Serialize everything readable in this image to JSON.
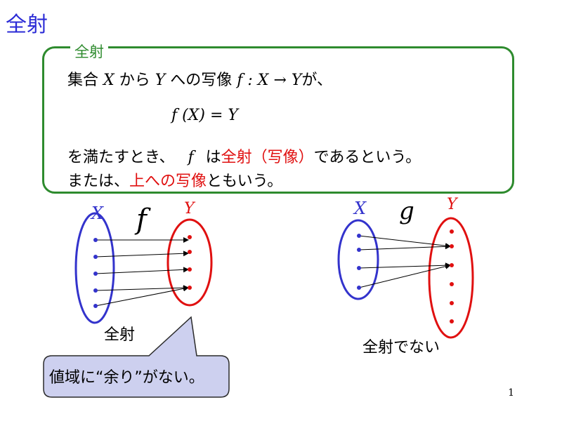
{
  "title": "全射",
  "definition": {
    "label": "全射",
    "line1": {
      "prefix": "集合",
      "X": "X",
      "from": "から",
      "Y": "Y",
      "mapto": "への写像",
      "map": "f : X → Y",
      "suffix": "が、"
    },
    "equation": "f (X) = Y",
    "line3": {
      "prefix": "を満たすとき、",
      "f": "f",
      "mid": "は",
      "term": "全射（写像）",
      "suffix": "であるという。"
    },
    "line4": {
      "prefix": "または、",
      "term": "上への写像",
      "suffix": "ともいう。"
    }
  },
  "left_diagram": {
    "domain_label": "X",
    "codomain_label": "Y",
    "function_label": "f",
    "caption": "全射"
  },
  "right_diagram": {
    "domain_label": "X",
    "codomain_label": "Y",
    "function_label": "g",
    "caption": "全射でない"
  },
  "callout": {
    "text": "値域に“余り”がない。"
  },
  "page_number": "1",
  "colors": {
    "title": "#2b2bd6",
    "box": "#2e8b2e",
    "accent": "#e01010",
    "domain": "#3333cc",
    "callout_fill": "#cdd0ef"
  }
}
